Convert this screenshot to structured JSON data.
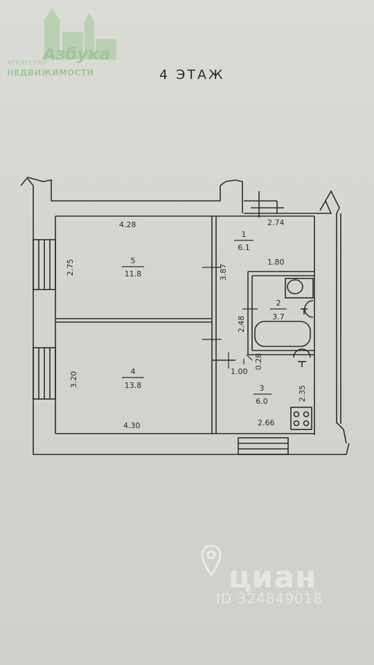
{
  "logo": {
    "line_agency": "АГЕНТСТВО",
    "line_brand": "Азбука",
    "line_realty": "НЕДВИЖИМОСТИ",
    "color": "#a6c9a0"
  },
  "floor_title": "4 ЭТАЖ",
  "rooms": [
    {
      "number": "1",
      "area": "6.1"
    },
    {
      "number": "2",
      "area": "3.7"
    },
    {
      "number": "3",
      "area": "6.0"
    },
    {
      "number": "4",
      "area": "13.8"
    },
    {
      "number": "5",
      "area": "11.8"
    }
  ],
  "dimensions": {
    "room5_width": "4.28",
    "room5_depth": "2.75",
    "room4_depth": "3.20",
    "room4_width": "4.30",
    "room1_width": "2.74",
    "room1_depth": "3.87",
    "room1_inner": "1.80",
    "room2_depth": "2.48",
    "wall_gap": "0.28",
    "door_width": "1.00",
    "room3_depth": "2.35",
    "room3_width": "2.66"
  },
  "watermark": {
    "brand": "циан",
    "id_text": "ID 324849018",
    "color": "#ececea"
  },
  "colors": {
    "line": "#2b2b2b",
    "paper": "#d6d7d2"
  }
}
